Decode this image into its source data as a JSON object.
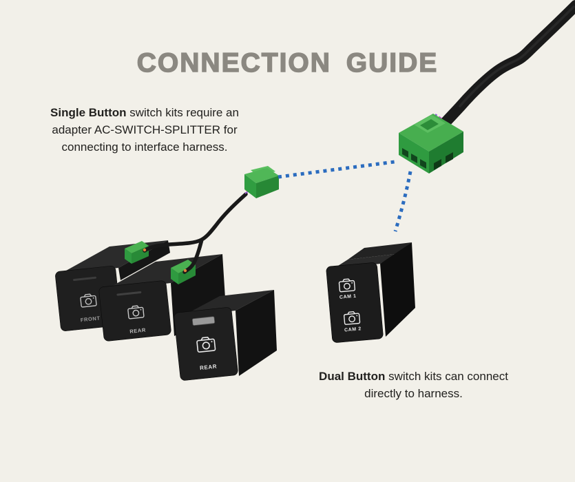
{
  "page": {
    "title": "CONNECTION GUIDE",
    "background_color": "#f2f0e9",
    "title_color": "#8b8881"
  },
  "notes": {
    "single": {
      "line1_bold": "Single Button",
      "line1_rest": " switch kits require an",
      "line2": "adapter AC-SWITCH-SPLITTER for",
      "line3": "connecting to interface harness."
    },
    "dual": {
      "line1_bold": "Dual Button",
      "line1_rest": " switch kits can connect",
      "line2": "directly to harness."
    }
  },
  "labels": {
    "switch_front": "FRONT",
    "switch_rear": "REAR",
    "switch_rear_led": "REAR",
    "dual_cam1": "CAM 1",
    "dual_cam2": "CAM 2"
  },
  "colors": {
    "dotted_blue": "#2b6cbf",
    "connector_green": "#33a243",
    "connector_green_light": "#50b757",
    "connector_green_dark": "#1f7c30",
    "switch_black": "#1d1d1d",
    "cable_black": "#1a1a1a",
    "led_gray": "#999999",
    "text_color": "#22211f"
  },
  "icons": {
    "camera-icon": "outline camera glyph on switch buttons"
  }
}
